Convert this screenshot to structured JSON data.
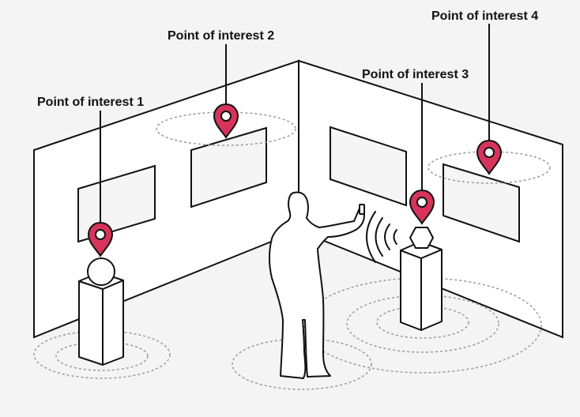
{
  "colors": {
    "background": "#f4f4f4",
    "line": "#111111",
    "wall": "#ffffff",
    "panel": "#f5f5f5",
    "dashed_ring": "#999999",
    "pin": "#d6345a"
  },
  "icons": [
    "map-pin-icon",
    "wireless-signal-icon"
  ],
  "points_of_interest": [
    {
      "label": "Point of interest 1"
    },
    {
      "label": "Point of interest 2"
    },
    {
      "label": "Point of interest 3"
    },
    {
      "label": "Point of interest 4"
    }
  ]
}
